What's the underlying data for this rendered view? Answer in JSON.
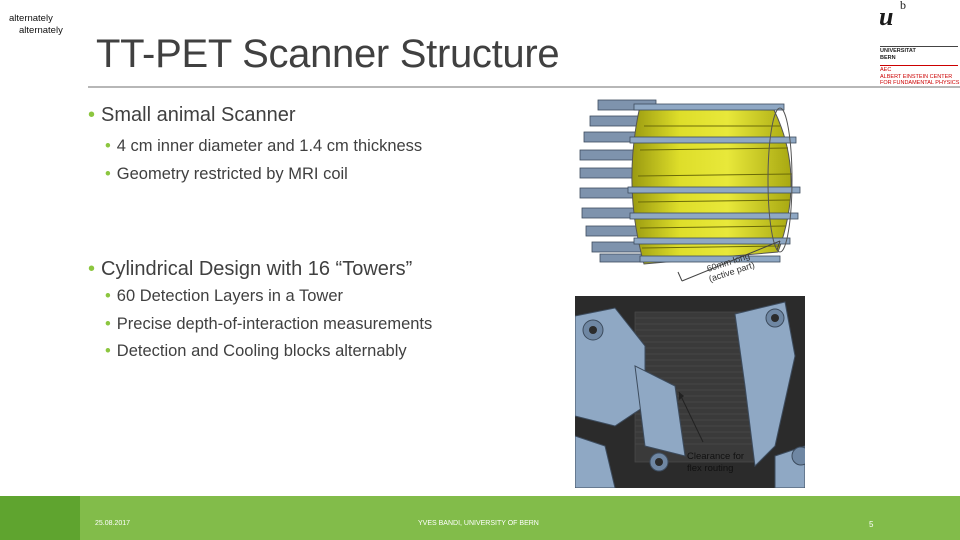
{
  "notes": [
    "alternately",
    "alternately"
  ],
  "slide": {
    "title": "TT-PET Scanner Structure",
    "bullets": [
      {
        "text": "Small animal Scanner",
        "sub": [
          "4 cm inner diameter and 1.4 cm thickness",
          "Geometry restricted by MRI coil"
        ]
      },
      {
        "text": "Cylindrical Design with 16 “Towers”",
        "sub": [
          "60 Detection Layers in a Tower",
          "Precise depth-of-interaction measurements",
          "Detection and Cooling blocks alternably"
        ]
      }
    ],
    "bullet_char": "•"
  },
  "logo": {
    "mark": "u",
    "superscript": "b",
    "university": [
      "UNIVERSITAT",
      "BERN"
    ],
    "center": [
      "AEC",
      "ALBERT EINSTEIN CENTER",
      "FOR FUNDAMENTAL PHYSICS"
    ]
  },
  "figures": {
    "top_annotation": [
      "60mm long",
      "(active part)"
    ],
    "bottom_annotation": [
      "Clearance for",
      "flex routing"
    ]
  },
  "footer": {
    "date": "25.08.2017",
    "author": "YVES BANDI, UNIVERSITY OF BERN",
    "page": "5"
  },
  "colors": {
    "accent_green": "#8cc63f",
    "footer_green": "#82bc4a",
    "footer_dark_green": "#5fa42f",
    "tower_yellow": "#d4d418",
    "structure_blue": "#8fa8c4"
  }
}
